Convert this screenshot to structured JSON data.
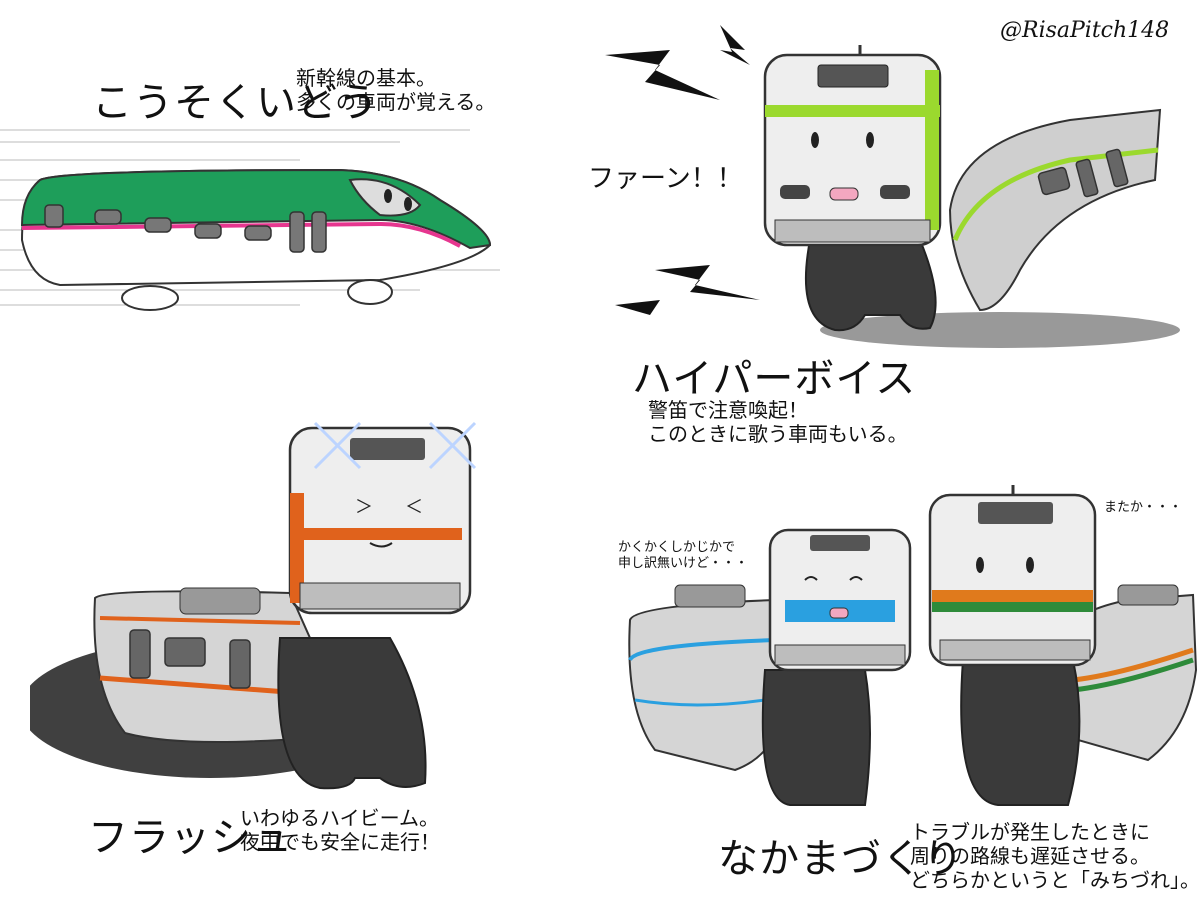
{
  "credit": "@RisaPitch148",
  "panels": [
    {
      "title": "こうそくいどう",
      "description": "新幹線の基本。\n多くの車両が覚える。"
    },
    {
      "title": "ハイパーボイス",
      "sfx": "ファーン！！",
      "description": "警笛で注意喚起！\nこのときに歌う車両もいる。"
    },
    {
      "title": "フラッシュ",
      "description": "いわゆるハイビーム。\n夜中でも安全に走行！"
    },
    {
      "title": "なかまづくり",
      "bubble_left": "かくかくしかじかで\n申し訳無いけど・・・",
      "bubble_right": "またか・・・",
      "description": "トラブルが発生したときに\n周りの路線も遅延させる。\nどちらかというと「みちづれ」。"
    }
  ],
  "colors": {
    "shinkansen_green": "#1e9e5a",
    "shinkansen_pink": "#e6368f",
    "yamanote_green": "#9bd92e",
    "chuo_orange": "#e0621c",
    "keihin_blue": "#2aa0e0",
    "shonan_orange": "#e07a1c",
    "shonan_green": "#2e8b3a",
    "body_dark": "#3a3a3a"
  }
}
